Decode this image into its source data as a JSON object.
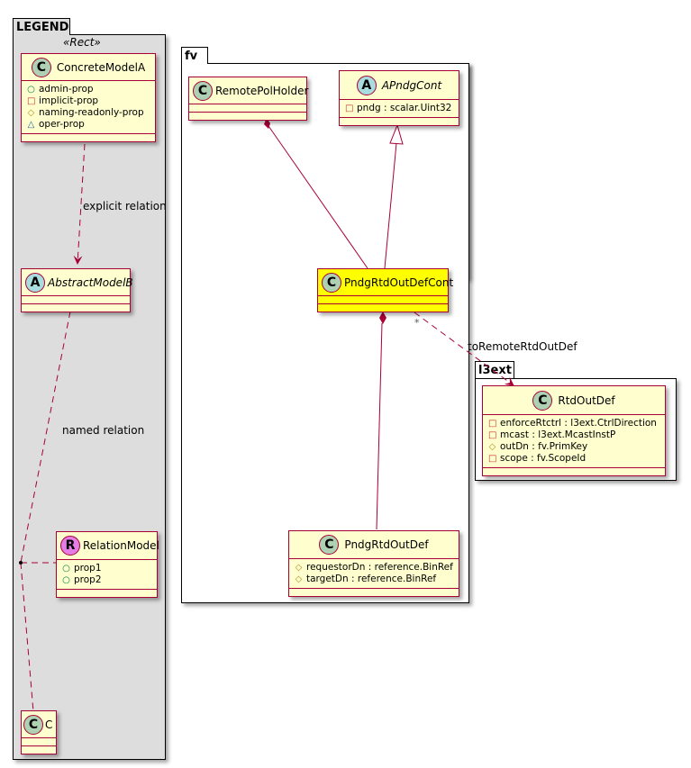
{
  "legend": {
    "package_name": "LEGEND",
    "stereotype": "«Rect»",
    "classes": {
      "concrete": {
        "icon": "C",
        "name": "ConcreteModelA",
        "attributes": [
          {
            "vis": "public",
            "glyph": "○",
            "text": "admin-prop"
          },
          {
            "vis": "private",
            "glyph": "□",
            "text": "implicit-prop"
          },
          {
            "vis": "protected",
            "glyph": "◇",
            "text": "naming-readonly-prop"
          },
          {
            "vis": "package",
            "glyph": "△",
            "text": "oper-prop"
          }
        ]
      },
      "abstract": {
        "icon": "A",
        "name": "AbstractModelB"
      },
      "relation": {
        "icon": "R",
        "name": "RelationModel",
        "attributes": [
          {
            "vis": "public",
            "glyph": "○",
            "text": "prop1"
          },
          {
            "vis": "public",
            "glyph": "○",
            "text": "prop2"
          }
        ]
      },
      "c": {
        "icon": "C",
        "name": "C"
      }
    },
    "relations": {
      "explicit_label": "explicit relation",
      "named_label": "named relation"
    }
  },
  "fv": {
    "package_name": "fv",
    "classes": {
      "remote_pol_holder": {
        "icon": "C",
        "name": "RemotePolHolder"
      },
      "apndg_cont": {
        "icon": "A",
        "name": "APndgCont",
        "attributes": [
          {
            "vis": "private",
            "glyph": "□",
            "text": "pndg : scalar.Uint32"
          }
        ]
      },
      "pndg_rtd_out_def_cont": {
        "icon": "C",
        "name": "PndgRtdOutDefCont",
        "highlight": "#ffff00"
      },
      "pndg_rtd_out_def": {
        "icon": "C",
        "name": "PndgRtdOutDef",
        "attributes": [
          {
            "vis": "protected",
            "glyph": "◇",
            "text": "requestorDn : reference.BinRef"
          },
          {
            "vis": "protected",
            "glyph": "◇",
            "text": "targetDn : reference.BinRef"
          }
        ]
      }
    }
  },
  "l3ext": {
    "package_name": "l3ext",
    "classes": {
      "rtd_out_def": {
        "icon": "C",
        "name": "RtdOutDef",
        "attributes": [
          {
            "vis": "private",
            "glyph": "□",
            "text": "enforceRtctrl : l3ext.CtrlDirection"
          },
          {
            "vis": "private",
            "glyph": "□",
            "text": "mcast : l3ext.McastInstP"
          },
          {
            "vis": "protected",
            "glyph": "◇",
            "text": "outDn : fv.PrimKey"
          },
          {
            "vis": "private",
            "glyph": "□",
            "text": "scope : fv.ScopeId"
          }
        ]
      }
    }
  },
  "edges": {
    "to_remote_label": "toRemoteRtdOutDef",
    "to_remote_multiplicity": "*"
  },
  "colors": {
    "edge": "#a80036",
    "class_fill": "#fefece",
    "highlight_fill": "#ffff00",
    "legend_bg": "#dddddd"
  }
}
